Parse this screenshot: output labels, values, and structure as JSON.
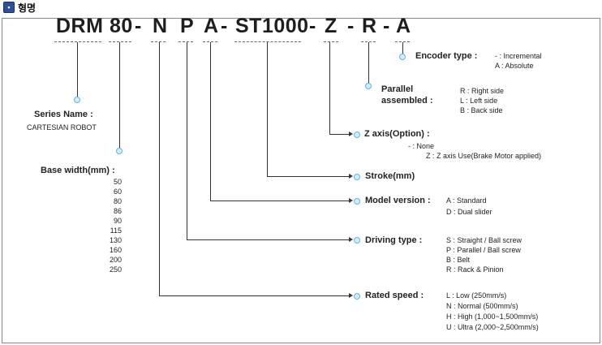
{
  "header": {
    "icon": "info-square-icon",
    "title": "형명"
  },
  "code": {
    "prefix": "DRM",
    "base": "80",
    "drive": "N",
    "type": "P",
    "model": "A",
    "stroke": "ST1000",
    "zaxis": "Z",
    "assembly": "R",
    "encoder": "A",
    "dash": "-"
  },
  "encoder_type": {
    "label": "Encoder type :",
    "options": [
      "- : Incremental",
      "A : Absolute"
    ]
  },
  "parallel": {
    "label_line1": "Parallel",
    "label_line2": "assembled :",
    "options": [
      "R : Right side",
      "L : Left side",
      "B : Back side"
    ]
  },
  "series": {
    "label": "Series Name :",
    "value": "CARTESIAN ROBOT"
  },
  "z_axis": {
    "label": "Z axis(Option) :",
    "options": [
      "- : None",
      "Z : Z axis Use(Brake Motor applied)"
    ]
  },
  "base_width": {
    "label": "Base width(mm) :",
    "values": [
      "50",
      "60",
      "80",
      "86",
      "90",
      "115",
      "130",
      "160",
      "200",
      "250"
    ]
  },
  "stroke": {
    "label": "Stroke(mm)"
  },
  "model_version": {
    "label": "Model version :",
    "options": [
      "A : Standard",
      "D : Dual slider"
    ]
  },
  "driving_type": {
    "label": "Driving type :",
    "options": [
      "S : Straight / Ball screw",
      "P : Parallel / Ball screw",
      "B : Belt",
      "R : Rack & Pinion"
    ]
  },
  "rated_speed": {
    "label": "Rated speed :",
    "options": [
      "L : Low (250mm/s)",
      "N : Normal (500mm/s)",
      "H : High (1,000~1,500mm/s)",
      "U : Ultra (2,000~2,500mm/s)"
    ]
  },
  "colors": {
    "accent_dot": "#5fb6e0",
    "line": "#333333",
    "header_icon": "#2c4f9e"
  }
}
